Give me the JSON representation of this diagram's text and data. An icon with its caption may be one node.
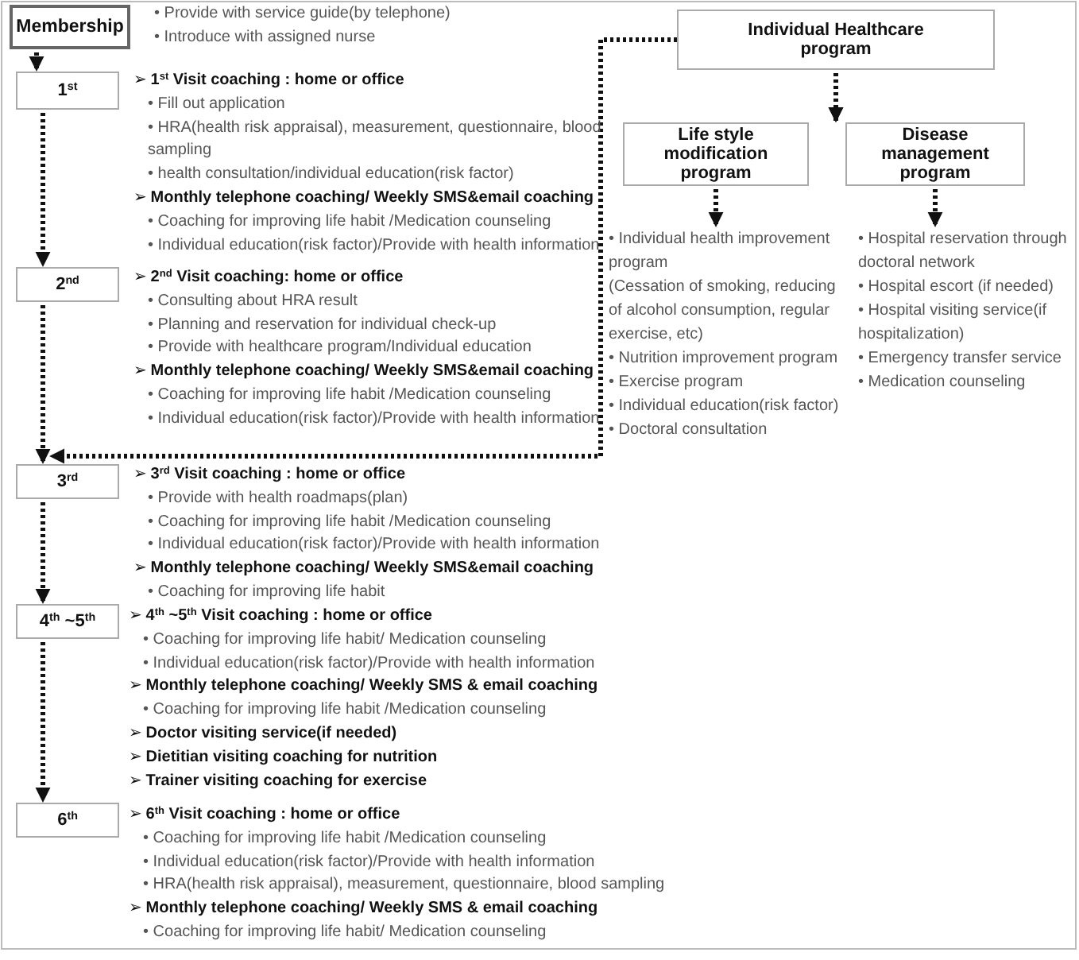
{
  "diagram": {
    "nodes": [
      {
        "text": [
          "Membership"
        ],
        "beside": [
          "• Provide with service guide(by telephone)",
          "• Introduce with assigned nurse"
        ]
      },
      {
        "text": [
          "1$^{st}$"
        ],
        "beside": [
          "➢ **1$^{st}$ Visit coaching : home or office**",
          "• Fill out application",
          "• HRA(health risk appraisal), measurement, questionnaire, blood sampling",
          "• health consultation/individual education(risk factor)",
          "➢ **Monthly telephone coaching/ Weekly SMS&email coaching**",
          "• Coaching for improving life habit /Medication counseling",
          "• Individual education(risk factor)/Provide with health information"
        ]
      },
      {
        "text": [
          "2$^{nd}$"
        ],
        "beside": [
          "➢ **2$^{nd}$ Visit coaching: home or office**",
          "• Consulting about HRA result",
          "• Planning and reservation for individual check-up",
          "• Provide with healthcare program/Individual education",
          "➢ **Monthly telephone coaching/ Weekly SMS&email coaching**",
          "• Coaching for improving life habit /Medication counseling",
          "• Individual education(risk factor)/Provide with health information"
        ]
      },
      {
        "text": [
          "3$^{rd}$"
        ],
        "beside": [
          "➢ **3$^{rd}$ Visit coaching : home or office**",
          "• Provide with health roadmaps(plan)",
          "• Coaching for improving life habit /Medication counseling",
          "• Individual education(risk factor)/Provide with health information",
          "➢ **Monthly telephone coaching/ Weekly SMS&email coaching**",
          "• Coaching for improving life habit"
        ]
      },
      {
        "text": [
          "4$^{th}$ ~5$^{th}$"
        ],
        "beside": [
          "➢ **4$^{th}$ ~5$^{th}$ Visit coaching : home or office**",
          "• Coaching for improving life habit/ Medication counseling",
          "• Individual education(risk factor)/Provide with health information",
          "➢ **Monthly telephone coaching/ Weekly SMS & email coaching**",
          "• Coaching for improving life habit /Medication counseling",
          "➢ **Doctor visiting service(if needed)**",
          "➢ **Dietitian visiting coaching for nutrition**",
          "➢ **Trainer visiting coaching for exercise**"
        ]
      },
      {
        "text": [
          "6$^{th}$"
        ],
        "beside": [
          "➢ **6$^{th}$ Visit coaching : home or office**",
          "• Coaching for improving life habit /Medication counseling",
          "• Individual education(risk factor)/Provide with health information",
          "• HRA(health risk appraisal), measurement, questionnaire, blood sampling",
          "➢ **Monthly telephone coaching/ Weekly SMS & email coaching**",
          "• Coaching for improving life habit/ Medication counseling"
        ]
      },
      {
        "text": [
          "Individual Healthcare program"
        ]
      },
      {
        "text": [
          "Life style modification program"
        ]
      },
      {
        "text": [
          "Disease management program"
        ]
      },
      {
        "text": [
          "• Individual health improvement program",
          "(Cessation of smoking, reducing of alcohol consumption, regular exercise, etc)",
          "• Nutrition improvement program",
          "• Exercise program",
          "• Individual education(risk factor)",
          "• Doctoral consultation"
        ]
      },
      {
        "text": [
          "• Hospital reservation through doctoral network",
          "• Hospital escort (if needed)",
          "• Hospital visiting service(if hospitalization)",
          "• Emergency transfer service",
          "• Medication counseling"
        ]
      }
    ],
    "edges": [
      {
        "from": 0,
        "to": 1,
        "arrow": "to",
        "style": "dashed"
      },
      {
        "from": 1,
        "to": 2,
        "arrow": "to",
        "style": "dashed"
      },
      {
        "from": 2,
        "to": 3,
        "arrow": "to",
        "style": "dashed"
      },
      {
        "from": 3,
        "to": 4,
        "arrow": "to",
        "style": "dashed"
      },
      {
        "from": 4,
        "to": 5,
        "arrow": "to",
        "style": "dashed"
      },
      {
        "from": 6,
        "to": 7,
        "arrow": "to",
        "style": "dashed"
      },
      {
        "from": 6,
        "to": 8,
        "arrow": "to",
        "style": "dashed"
      },
      {
        "from": 7,
        "to": 9,
        "arrow": "to",
        "style": "dashed"
      },
      {
        "from": 8,
        "to": 10,
        "arrow": "to",
        "style": "dashed"
      },
      {
        "from": 6,
        "to": 3,
        "arrow": "to",
        "style": "dashed"
      }
    ]
  }
}
